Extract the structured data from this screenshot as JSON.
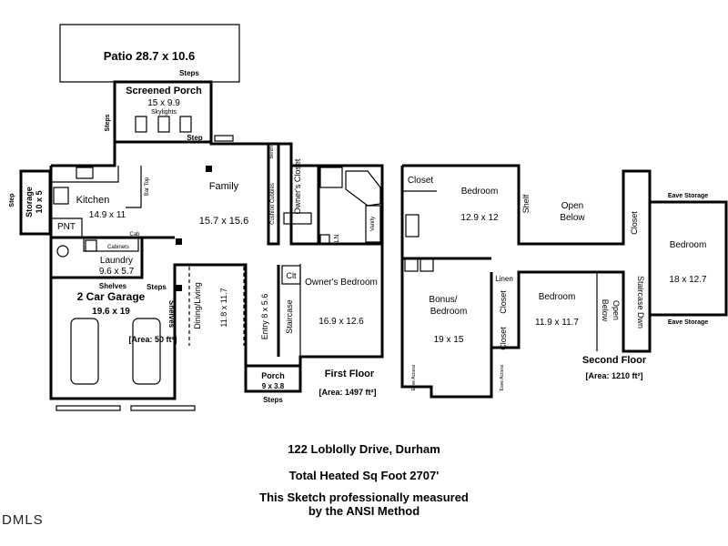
{
  "rooms": {
    "patio": "Patio 28.7 x 10.6",
    "steps_patio": "Steps",
    "screened_porch": "Screened Porch",
    "screened_porch_dim": "15 x 9.9",
    "skylights": "Skylights",
    "steps_left": "Steps",
    "step": "Step",
    "storage": "Storage",
    "storage_dim": "10 x 5",
    "step_storage": "Step",
    "kitchen": "Kitchen",
    "kitchen_dim": "14.9 x 11",
    "bar_top": "Bar Top",
    "pnt": "PNT",
    "cabinets": "Cabinets",
    "cab": "Cab",
    "laundry": "Laundry",
    "laundry_dim": "9.6 x 5.7",
    "family": "Family",
    "family_dim": "15.7 x 15.6",
    "bench": "Bench",
    "cushion_cubbies": "Cushion Cubbies",
    "owners_closet": "Owner's Closet",
    "ln": "LN",
    "vanity": "Vanity",
    "owners_bedroom": "Owner's Bedroom",
    "owners_bedroom_dim": "16.9 x 12.6",
    "clt": "Clt",
    "staircase": "Staircase",
    "entry": "Entry 8 x 5.6",
    "dining_living": "Dining/Living",
    "dining_living_dim": "11.8 x 11.7",
    "garage": "2 Car Garage",
    "garage_dim": "19.6 x 19",
    "garage_area": "[Area: 50 ft²]",
    "shelves_a": "Shelves",
    "shelves_b": "Shelves",
    "steps_garage": "Steps",
    "porch": "Porch",
    "porch_dim": "9 x 3.8",
    "steps_porch": "Steps",
    "first_floor": "First Floor",
    "first_floor_area": "[Area: 1497 ft²]",
    "closet_up": "Closet",
    "bedroom_a": "Bedroom",
    "bedroom_a_dim": "12.9 x 12",
    "shelf": "Shelf",
    "open_below_a": "Open",
    "open_below_a2": "Below",
    "closet_vert": "Closet",
    "eave_storage_top": "Eave Storage",
    "bedroom_c": "Bedroom",
    "bedroom_c_dim": "18 x 12.7",
    "eave_storage_bottom": "Eave Storage",
    "linen": "Linen",
    "bonus": "Bonus/",
    "bonus2": "Bedroom",
    "bonus_dim": "19 x 15",
    "closet_b1": "Closet",
    "closet_b2": "Closet",
    "bedroom_b": "Bedroom",
    "bedroom_b_dim": "11.9 x 11.7",
    "open_below_b": "Open",
    "open_below_b2": "Below",
    "staircase_dwn": "Staircase Dwn",
    "eave_access_a": "Eave Access",
    "eave_access_b": "Eave Access",
    "second_floor": "Second Floor",
    "second_floor_area": "[Area: 1210 ft²]"
  },
  "footer": {
    "address": "122 Loblolly Drive, Durham",
    "heated": "Total Heated Sq Foot 2707'",
    "note1": "This Sketch professionally measured",
    "note2": "by the ANSI Method",
    "mls": "DMLS"
  }
}
